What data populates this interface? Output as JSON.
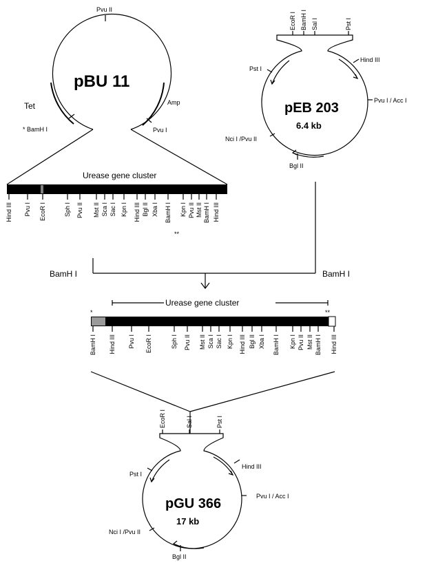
{
  "pbu11": {
    "name": "pBU 11",
    "pvuII_top": "Pvu II",
    "tet": "Tet",
    "amp": "Amp",
    "bamhi": "* BamH I",
    "pvui": "Pvu I"
  },
  "peb203": {
    "name": "pEB 203",
    "size": "6.4 kb",
    "ecori": "EcoR I",
    "bamhi": "BamH I",
    "sali": "Sal I",
    "psti_top": "Pst I",
    "hindiii": "Hind III",
    "psti_left": "Pst I",
    "pvui_acci": "Pvu I / Acc I",
    "ncii_pvuii": "Nci I /Pvu II",
    "bglii": "Bgl II"
  },
  "map1": {
    "title": "Urease gene cluster",
    "sites": [
      "Hind III",
      "Pvu I",
      "EcoR I",
      "Sph I",
      "Pvu II",
      "Mst II",
      "Sca I",
      "Sac I",
      "Kpn I",
      "Hind III",
      "Bgl II",
      "Xba I",
      "BamH I",
      "Kpn I",
      "Pvu II",
      "Mst II",
      "BamH I",
      "Hind III"
    ],
    "star": "**"
  },
  "join": {
    "left": "BamH I",
    "right": "BamH I"
  },
  "map2": {
    "title": "Urease gene cluster",
    "sites": [
      "BamH I",
      "Hind III",
      "Pvu I",
      "EcoR I",
      "Sph I",
      "Pvu II",
      "Mst II",
      "Sca I",
      "Sac I",
      "Kpn I",
      "Hind III",
      "Bgl II",
      "Xba I",
      "BamH I",
      "Kpn I",
      "Pvu II",
      "Mst II",
      "BamH I",
      "Hind III"
    ],
    "star_left": "*",
    "star_right": "**"
  },
  "pgu366": {
    "name": "pGU 366",
    "size": "17 kb",
    "ecori": "EcoR I",
    "sali": "Sal I",
    "psti_top": "Pst I",
    "hindiii": "Hind III",
    "psti_left": "Pst I",
    "pvui_acci": "Pvu I / Acc I",
    "ncii_pvuii": "Nci I /Pvu II",
    "bglii": "Bgl II"
  }
}
